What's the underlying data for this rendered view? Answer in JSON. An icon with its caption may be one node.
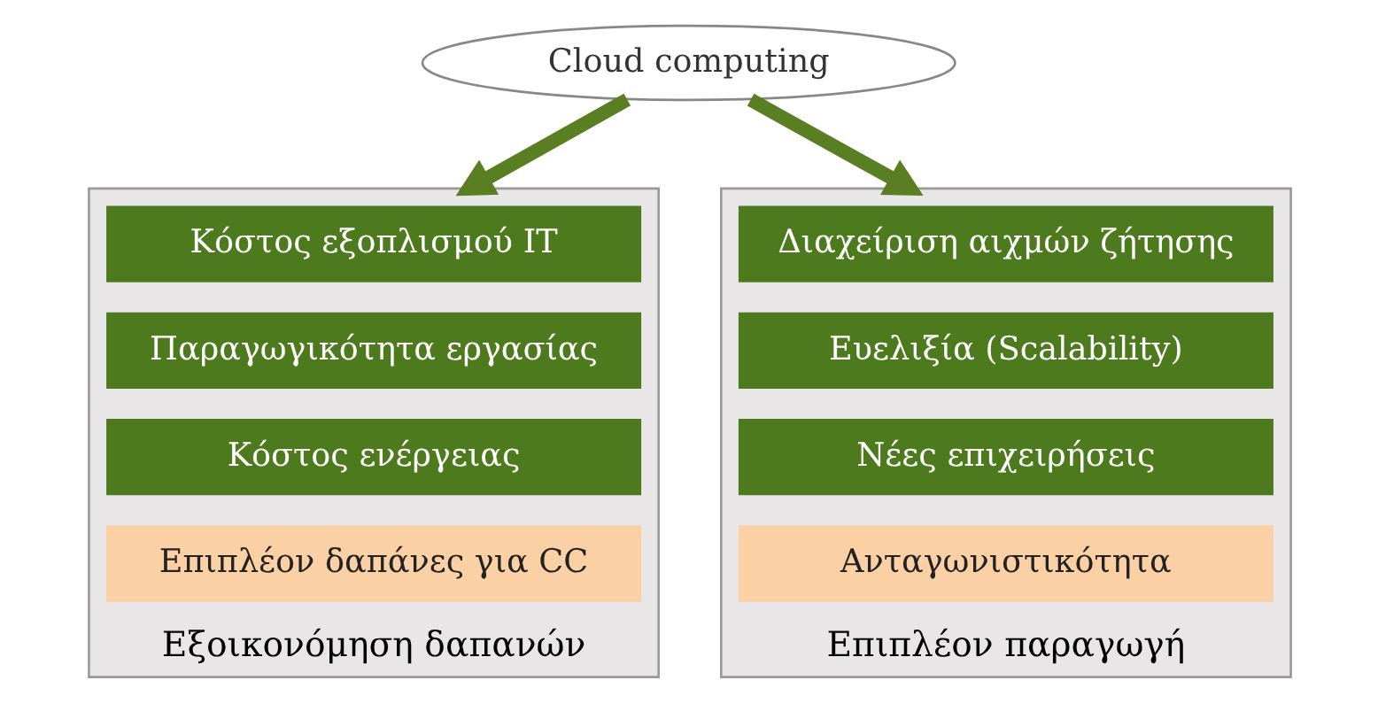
{
  "diagram": {
    "nodes": [
      {
        "text": [
          "Cloud computing"
        ]
      },
      {
        "text": [
          "Εξοικονόμηση δαπανών"
        ]
      },
      {
        "text": [
          "Κόστος εξοπλισμού IT"
        ],
        "in": 1
      },
      {
        "text": [
          "Παραγωγικότητα εργασίας"
        ],
        "in": 1
      },
      {
        "text": [
          "Κόστος ενέργειας"
        ],
        "in": 1
      },
      {
        "text": [
          "Επιπλέον δαπάνες για CC"
        ],
        "in": 1
      },
      {
        "text": [
          "Επιπλέον παραγωγή"
        ]
      },
      {
        "text": [
          "Διαχείριση αιχμών ζήτησης"
        ],
        "in": 6
      },
      {
        "text": [
          "Ευελιξία (Scalability)"
        ],
        "in": 6
      },
      {
        "text": [
          "Νέες επιχειρήσεις"
        ],
        "in": 6
      },
      {
        "text": [
          "Ανταγωνιστικότητα"
        ],
        "in": 6
      }
    ],
    "edges": [
      {
        "from": 0,
        "to": 1,
        "arrow": "to"
      },
      {
        "from": 0,
        "to": 6,
        "arrow": "to"
      }
    ]
  }
}
